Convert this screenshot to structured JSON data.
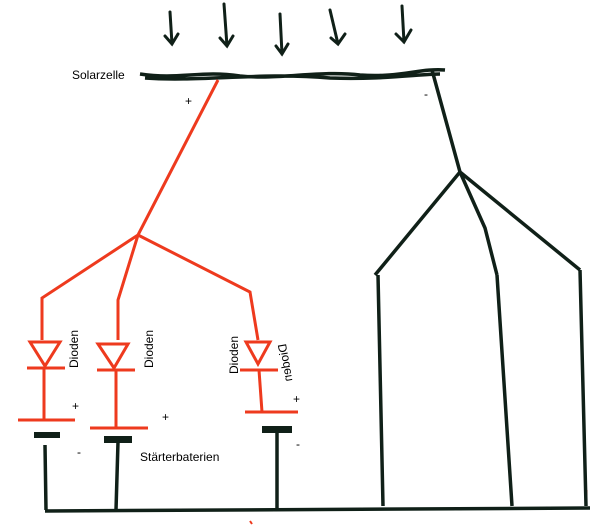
{
  "colors": {
    "positive": "#ee3a1e",
    "negative": "#102018",
    "background": "#ffffff"
  },
  "labels": {
    "solar": "Solarzelle",
    "solar_plus": "+",
    "solar_minus": "-",
    "diode1": "Dioden",
    "diode2": "Dioden",
    "diode3": "Dioden",
    "diode3_mirrored": "Dioden",
    "bat1_plus": "+",
    "bat2_plus": "+",
    "bat3_plus": "+",
    "bat1_minus": "-",
    "bat3_minus": "-",
    "batteries": "Stärterbaterien"
  }
}
